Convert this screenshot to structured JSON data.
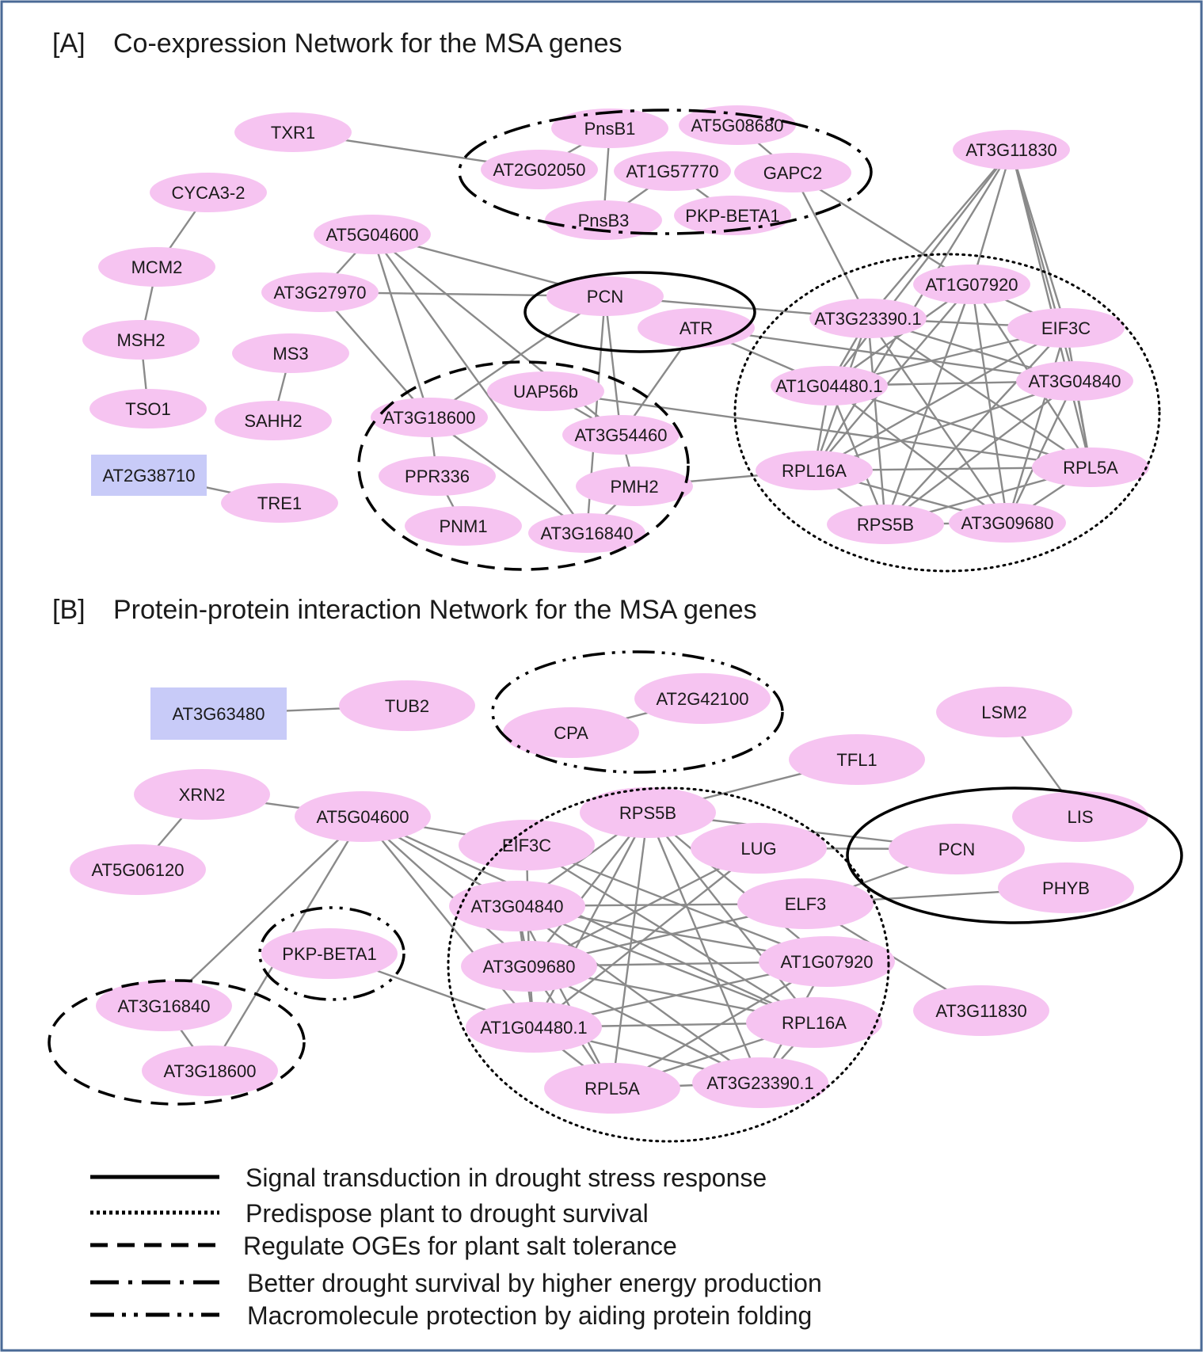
{
  "colors": {
    "node_fill": "#f6c4f1",
    "box_fill": "#c8cbf8",
    "edge": "#8a8a8a",
    "border": "#4a6a96",
    "text": "#1a1a1a"
  },
  "panels": [
    {
      "id": "A",
      "label": "[A]",
      "title": "Co-expression Network for the MSA genes",
      "nodes": [
        {
          "id": "TXR1",
          "label": "TXR1"
        },
        {
          "id": "CYCA3-2",
          "label": "CYCA3-2"
        },
        {
          "id": "MCM2",
          "label": "MCM2"
        },
        {
          "id": "MSH2",
          "label": "MSH2"
        },
        {
          "id": "TSO1",
          "label": "TSO1"
        },
        {
          "id": "MS3",
          "label": "MS3"
        },
        {
          "id": "SAHH2",
          "label": "SAHH2"
        },
        {
          "id": "AT2G38710",
          "label": "AT2G38710",
          "shape": "box"
        },
        {
          "id": "TRE1",
          "label": "TRE1"
        },
        {
          "id": "PnsB1",
          "label": "PnsB1"
        },
        {
          "id": "AT5G08680",
          "label": "AT5G08680"
        },
        {
          "id": "AT2G02050",
          "label": "AT2G02050"
        },
        {
          "id": "AT1G57770",
          "label": "AT1G57770"
        },
        {
          "id": "GAPC2",
          "label": "GAPC2"
        },
        {
          "id": "PnsB3",
          "label": "PnsB3"
        },
        {
          "id": "PKP-BETA1",
          "label": "PKP-BETA1"
        },
        {
          "id": "AT3G11830",
          "label": "AT3G11830"
        },
        {
          "id": "AT5G04600",
          "label": "AT5G04600"
        },
        {
          "id": "AT3G27970",
          "label": "AT3G27970"
        },
        {
          "id": "PCN",
          "label": "PCN"
        },
        {
          "id": "ATR",
          "label": "ATR"
        },
        {
          "id": "AT1G07920",
          "label": "AT1G07920"
        },
        {
          "id": "AT3G23390.1",
          "label": "AT3G23390.1"
        },
        {
          "id": "EIF3C",
          "label": "EIF3C"
        },
        {
          "id": "AT1G04480.1",
          "label": "AT1G04480.1"
        },
        {
          "id": "AT3G04840",
          "label": "AT3G04840"
        },
        {
          "id": "UAP56b",
          "label": "UAP56b"
        },
        {
          "id": "AT3G18600",
          "label": "AT3G18600"
        },
        {
          "id": "AT3G54460",
          "label": "AT3G54460"
        },
        {
          "id": "PPR336",
          "label": "PPR336"
        },
        {
          "id": "PMH2",
          "label": "PMH2"
        },
        {
          "id": "PNM1",
          "label": "PNM1"
        },
        {
          "id": "AT3G16840",
          "label": "AT3G16840"
        },
        {
          "id": "RPL16A",
          "label": "RPL16A"
        },
        {
          "id": "RPL5A",
          "label": "RPL5A"
        },
        {
          "id": "RPS5B",
          "label": "RPS5B"
        },
        {
          "id": "AT3G09680",
          "label": "AT3G09680"
        }
      ],
      "edges": [
        [
          "TXR1",
          "AT2G02050"
        ],
        [
          "CYCA3-2",
          "MCM2"
        ],
        [
          "MCM2",
          "MSH2"
        ],
        [
          "MSH2",
          "TSO1"
        ],
        [
          "MS3",
          "SAHH2"
        ],
        [
          "AT2G38710",
          "TRE1"
        ],
        [
          "PnsB1",
          "AT2G02050"
        ],
        [
          "PnsB1",
          "PnsB3"
        ],
        [
          "AT1G57770",
          "PnsB3"
        ],
        [
          "AT5G08680",
          "GAPC2"
        ],
        [
          "AT1G57770",
          "PKP-BETA1"
        ],
        [
          "GAPC2",
          "AT1G07920"
        ],
        [
          "GAPC2",
          "AT3G23390.1"
        ],
        [
          "AT3G11830",
          "AT1G07920"
        ],
        [
          "AT3G11830",
          "AT3G23390.1"
        ],
        [
          "AT3G11830",
          "EIF3C"
        ],
        [
          "AT3G11830",
          "AT3G04840"
        ],
        [
          "AT3G11830",
          "RPL5A"
        ],
        [
          "AT3G11830",
          "AT1G04480.1"
        ],
        [
          "AT3G11830",
          "RPL16A"
        ],
        [
          "AT5G04600",
          "AT3G27970"
        ],
        [
          "AT5G04600",
          "PCN"
        ],
        [
          "AT5G04600",
          "AT3G18600"
        ],
        [
          "AT5G04600",
          "AT3G16840"
        ],
        [
          "AT5G04600",
          "AT3G54460"
        ],
        [
          "AT3G27970",
          "PCN"
        ],
        [
          "AT3G27970",
          "AT3G18600"
        ],
        [
          "PCN",
          "AT3G23390.1"
        ],
        [
          "PCN",
          "AT3G54460"
        ],
        [
          "PCN",
          "AT3G16840"
        ],
        [
          "PCN",
          "AT3G18600"
        ],
        [
          "ATR",
          "AT1G04480.1"
        ],
        [
          "ATR",
          "AT3G04840"
        ],
        [
          "ATR",
          "AT3G54460"
        ],
        [
          "UAP56b",
          "AT3G54460"
        ],
        [
          "UAP56b",
          "RPL5A"
        ],
        [
          "AT3G18600",
          "PPR336"
        ],
        [
          "AT3G18600",
          "AT3G16840"
        ],
        [
          "PPR336",
          "PNM1"
        ],
        [
          "AT3G54460",
          "PMH2"
        ],
        [
          "PMH2",
          "AT3G16840"
        ],
        [
          "PMH2",
          "RPL16A"
        ],
        [
          "AT1G07920",
          "AT1G04480.1"
        ],
        [
          "AT1G07920",
          "RPL16A"
        ],
        [
          "AT1G07920",
          "RPS5B"
        ],
        [
          "AT1G07920",
          "EIF3C"
        ],
        [
          "AT1G07920",
          "RPL5A"
        ],
        [
          "AT1G07920",
          "AT3G09680"
        ],
        [
          "AT3G23390.1",
          "EIF3C"
        ],
        [
          "AT3G23390.1",
          "AT1G04480.1"
        ],
        [
          "AT3G23390.1",
          "RPL16A"
        ],
        [
          "AT3G23390.1",
          "RPS5B"
        ],
        [
          "AT3G23390.1",
          "AT3G09680"
        ],
        [
          "AT3G23390.1",
          "AT3G04840"
        ],
        [
          "AT3G23390.1",
          "RPL5A"
        ],
        [
          "EIF3C",
          "AT1G04480.1"
        ],
        [
          "EIF3C",
          "RPL16A"
        ],
        [
          "EIF3C",
          "RPS5B"
        ],
        [
          "EIF3C",
          "AT3G09680"
        ],
        [
          "EIF3C",
          "RPL5A"
        ],
        [
          "AT1G04480.1",
          "AT3G04840"
        ],
        [
          "AT1G04480.1",
          "RPL5A"
        ],
        [
          "AT1G04480.1",
          "RPS5B"
        ],
        [
          "AT1G04480.1",
          "AT3G09680"
        ],
        [
          "AT1G04480.1",
          "RPL16A"
        ],
        [
          "AT3G04840",
          "RPL16A"
        ],
        [
          "AT3G04840",
          "RPS5B"
        ],
        [
          "AT3G04840",
          "RPL5A"
        ],
        [
          "AT3G04840",
          "AT3G09680"
        ],
        [
          "RPL16A",
          "RPL5A"
        ],
        [
          "RPL16A",
          "RPS5B"
        ],
        [
          "RPL16A",
          "AT3G09680"
        ],
        [
          "RPL5A",
          "RPS5B"
        ],
        [
          "RPL5A",
          "AT3G09680"
        ],
        [
          "RPS5B",
          "AT3G09680"
        ]
      ]
    },
    {
      "id": "B",
      "label": "[B]",
      "title": "Protein-protein interaction Network for the MSA genes",
      "nodes": [
        {
          "id": "AT3G63480",
          "label": "AT3G63480",
          "shape": "box"
        },
        {
          "id": "TUB2",
          "label": "TUB2"
        },
        {
          "id": "CPA",
          "label": "CPA"
        },
        {
          "id": "AT2G42100",
          "label": "AT2G42100"
        },
        {
          "id": "LSM2",
          "label": "LSM2"
        },
        {
          "id": "TFL1",
          "label": "TFL1"
        },
        {
          "id": "XRN2",
          "label": "XRN2"
        },
        {
          "id": "AT5G04600",
          "label": "AT5G04600"
        },
        {
          "id": "AT5G06120",
          "label": "AT5G06120"
        },
        {
          "id": "RPS5B",
          "label": "RPS5B"
        },
        {
          "id": "EIF3C",
          "label": "EIF3C"
        },
        {
          "id": "LUG",
          "label": "LUG"
        },
        {
          "id": "LIS",
          "label": "LIS"
        },
        {
          "id": "PCN",
          "label": "PCN"
        },
        {
          "id": "PHYB",
          "label": "PHYB"
        },
        {
          "id": "AT3G04840",
          "label": "AT3G04840"
        },
        {
          "id": "ELF3",
          "label": "ELF3"
        },
        {
          "id": "PKP-BETA1",
          "label": "PKP-BETA1"
        },
        {
          "id": "AT3G09680",
          "label": "AT3G09680"
        },
        {
          "id": "AT1G07920",
          "label": "AT1G07920"
        },
        {
          "id": "AT3G16840",
          "label": "AT3G16840"
        },
        {
          "id": "AT1G04480.1",
          "label": "AT1G04480.1"
        },
        {
          "id": "RPL16A",
          "label": "RPL16A"
        },
        {
          "id": "AT3G11830",
          "label": "AT3G11830"
        },
        {
          "id": "AT3G18600",
          "label": "AT3G18600"
        },
        {
          "id": "RPL5A",
          "label": "RPL5A"
        },
        {
          "id": "AT3G23390.1",
          "label": "AT3G23390.1"
        }
      ],
      "edges": [
        [
          "AT3G63480",
          "TUB2"
        ],
        [
          "CPA",
          "AT2G42100"
        ],
        [
          "XRN2",
          "AT5G06120"
        ],
        [
          "XRN2",
          "AT5G04600"
        ],
        [
          "LSM2",
          "LIS"
        ],
        [
          "TFL1",
          "RPS5B"
        ],
        [
          "AT5G04600",
          "AT3G16840"
        ],
        [
          "AT5G04600",
          "AT3G18600"
        ],
        [
          "AT5G04600",
          "EIF3C"
        ],
        [
          "AT5G04600",
          "AT3G04840"
        ],
        [
          "AT5G04600",
          "AT3G09680"
        ],
        [
          "AT5G04600",
          "AT1G04480.1"
        ],
        [
          "AT5G04600",
          "RPL16A"
        ],
        [
          "AT3G16840",
          "AT3G18600"
        ],
        [
          "PKP-BETA1",
          "AT1G04480.1"
        ],
        [
          "RPS5B",
          "PCN"
        ],
        [
          "RPS5B",
          "AT3G04840"
        ],
        [
          "RPS5B",
          "AT3G09680"
        ],
        [
          "RPS5B",
          "AT1G04480.1"
        ],
        [
          "RPS5B",
          "RPL5A"
        ],
        [
          "RPS5B",
          "AT3G23390.1"
        ],
        [
          "RPS5B",
          "RPL16A"
        ],
        [
          "RPS5B",
          "AT1G07920"
        ],
        [
          "EIF3C",
          "AT1G07920"
        ],
        [
          "EIF3C",
          "RPL16A"
        ],
        [
          "EIF3C",
          "AT3G09680"
        ],
        [
          "LUG",
          "PCN"
        ],
        [
          "LUG",
          "AT3G09680"
        ],
        [
          "LUG",
          "AT1G04480.1"
        ],
        [
          "ELF3",
          "PCN"
        ],
        [
          "ELF3",
          "PHYB"
        ],
        [
          "ELF3",
          "AT3G11830"
        ],
        [
          "ELF3",
          "AT3G04840"
        ],
        [
          "ELF3",
          "AT3G09680"
        ],
        [
          "AT3G04840",
          "AT1G07920"
        ],
        [
          "AT3G04840",
          "RPL16A"
        ],
        [
          "AT3G04840",
          "AT3G23390.1"
        ],
        [
          "AT3G04840",
          "AT3G09680"
        ],
        [
          "AT3G04840",
          "RPL5A"
        ],
        [
          "AT3G04840",
          "AT1G04480.1"
        ],
        [
          "AT3G09680",
          "AT1G07920"
        ],
        [
          "AT3G09680",
          "RPL16A"
        ],
        [
          "AT3G09680",
          "AT1G04480.1"
        ],
        [
          "AT3G09680",
          "AT3G23390.1"
        ],
        [
          "AT3G09680",
          "RPL5A"
        ],
        [
          "AT1G07920",
          "AT1G04480.1"
        ],
        [
          "AT1G07920",
          "RPL5A"
        ],
        [
          "AT1G07920",
          "AT3G23390.1"
        ],
        [
          "AT1G04480.1",
          "RPL16A"
        ],
        [
          "AT1G04480.1",
          "RPL5A"
        ],
        [
          "AT1G04480.1",
          "AT3G23390.1"
        ],
        [
          "RPL16A",
          "AT3G23390.1"
        ],
        [
          "RPL16A",
          "RPL5A"
        ],
        [
          "RPL5A",
          "AT3G23390.1"
        ]
      ]
    }
  ],
  "legend": [
    {
      "style": "solid",
      "label": "Signal transduction in drought stress response"
    },
    {
      "style": "dotted",
      "label": "Predispose plant to drought survival"
    },
    {
      "style": "dashed",
      "label": "Regulate OGEs for plant salt tolerance"
    },
    {
      "style": "dashdot",
      "label": "Better drought survival by higher energy production"
    },
    {
      "style": "dashdotdot",
      "label": "Macromolecule protection by aiding protein folding"
    }
  ]
}
